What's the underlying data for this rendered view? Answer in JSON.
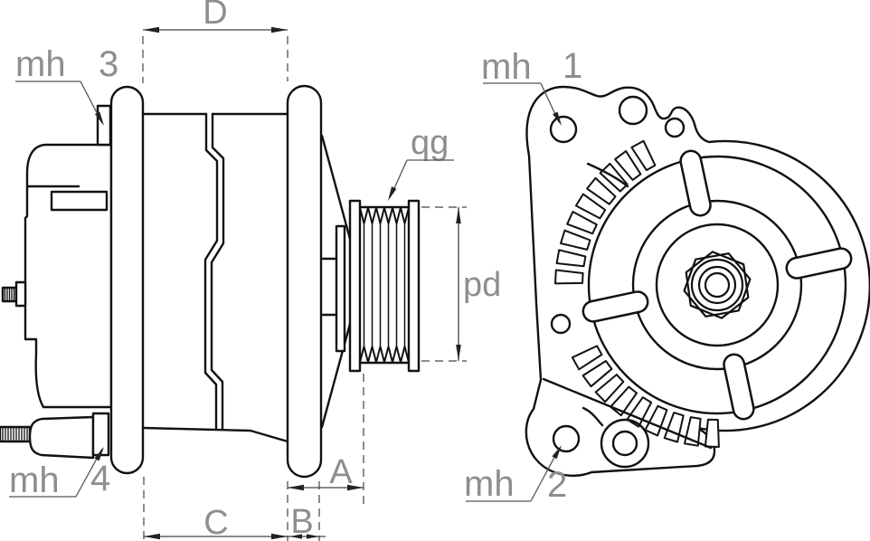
{
  "labels": {
    "dimensions": {
      "d": "D",
      "c": "C",
      "b": "B",
      "a": "A",
      "pulley_diameter": "pd",
      "groove_callout": "qg"
    },
    "mounting_holes": {
      "prefix": "mh",
      "h1": "1",
      "h2": "2",
      "h3": "3",
      "h4": "4"
    }
  },
  "colors": {
    "outline": "#111111",
    "dimension_lines": "#444444",
    "label_text": "#8e8e8e",
    "background": "#ffffff"
  }
}
